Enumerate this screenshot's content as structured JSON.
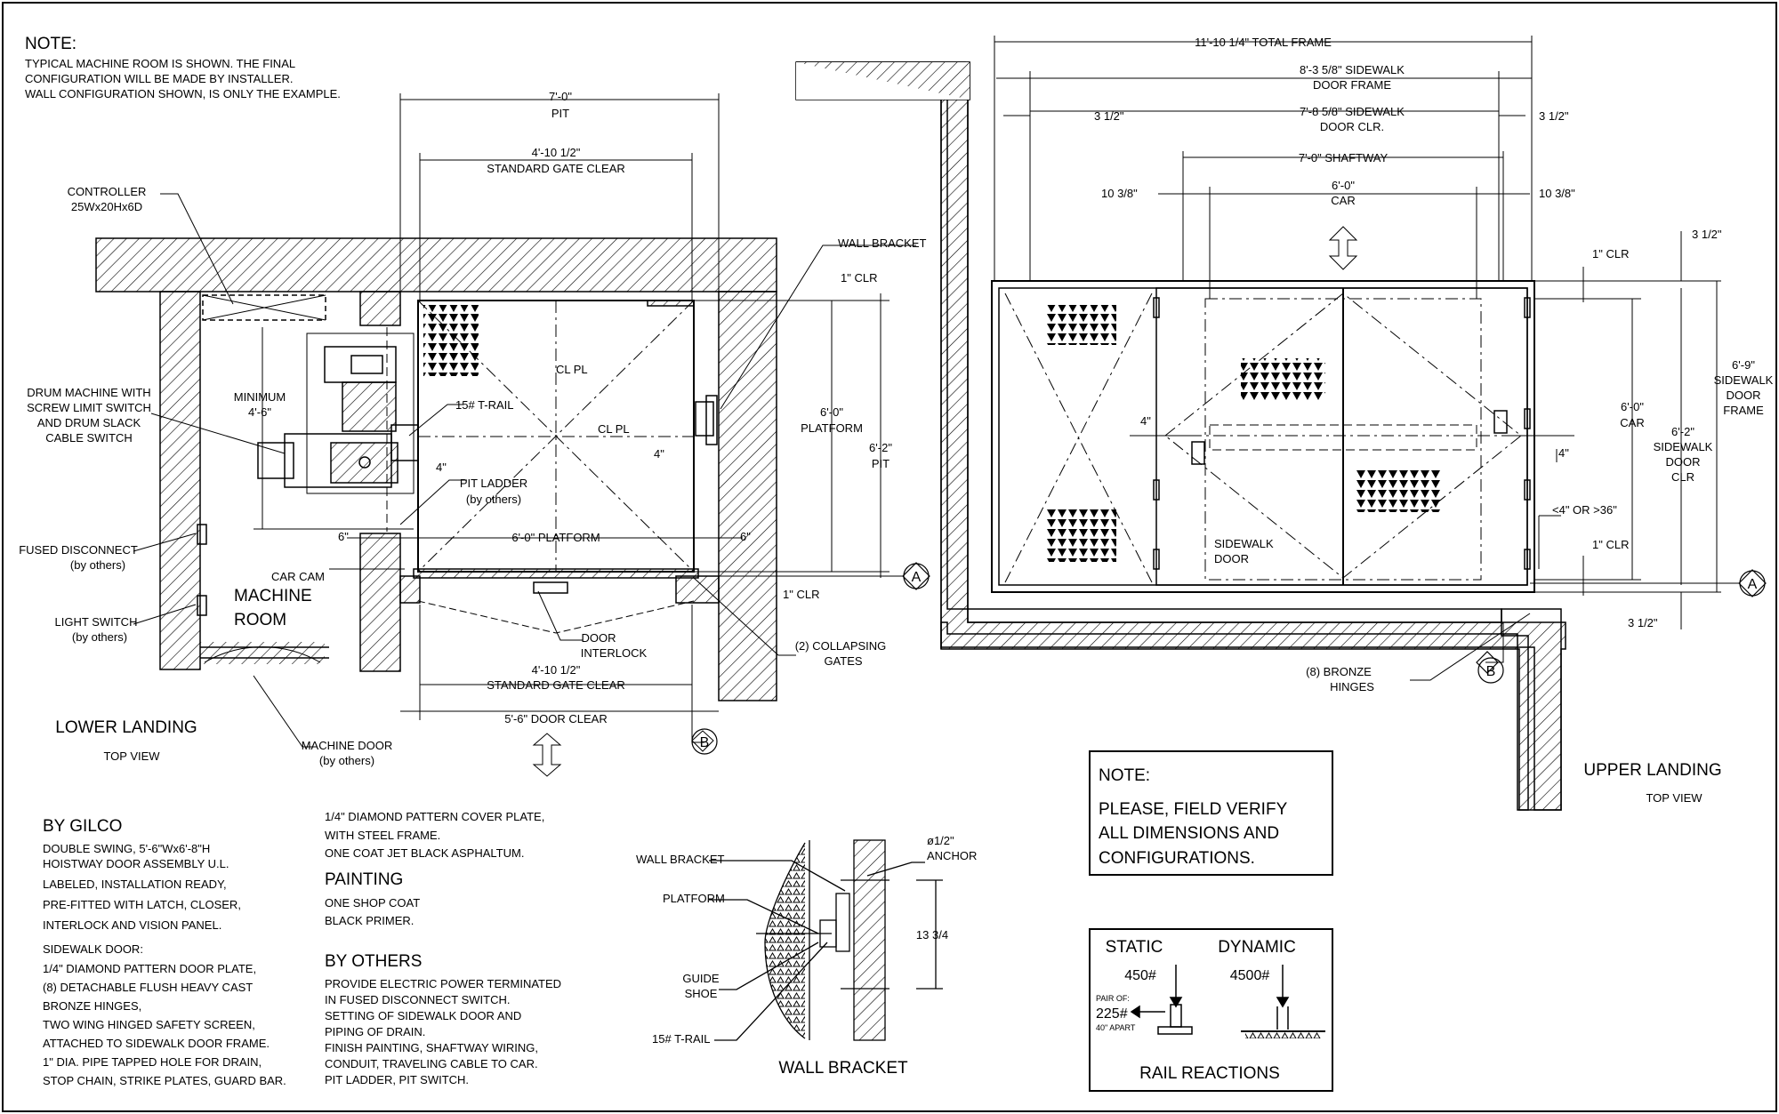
{
  "note_top": {
    "title": "NOTE:",
    "lines": [
      "TYPICAL MACHINE ROOM IS SHOWN. THE FINAL",
      "CONFIGURATION WILL BE MADE BY INSTALLER.",
      "WALL CONFIGURATION SHOWN, IS ONLY THE EXAMPLE."
    ]
  },
  "lower": {
    "dim_pit_w": "7'-0\"",
    "dim_pit_w_sub": "PIT",
    "dim_gate": "4'-10 1/2\"",
    "dim_gate_sub": "STANDARD GATE CLEAR",
    "controller": "CONTROLLER",
    "controller_size": "25Wx20Hx6D",
    "wall_bracket": "WALL BRACKET",
    "clr1": "1\" CLR",
    "minimum": "MINIMUM",
    "minimum_val": "4'-6\"",
    "drum": [
      "DRUM MACHINE WITH",
      "SCREW LIMIT SWITCH",
      "AND DRUM SLACK",
      "CABLE SWITCH"
    ],
    "rail": "15# T-RAIL",
    "cl_pl_1": "CL  PL",
    "cl_pl_2": "CL  PL",
    "four_1": "4\"",
    "four_2": "4\"",
    "platform_dim": "6'-0\"",
    "platform_sub": "PLATFORM",
    "pit_dim": "6'-2\"",
    "pit_sub": "PIT",
    "pit_ladder": "PIT LADDER",
    "by_others": "(by others)",
    "six_l": "6\"",
    "six_r": "6\"",
    "platform_horiz": "6'-0\" PLATFORM",
    "fused": "FUSED DISCONNECT",
    "fused_sub": "(by others)",
    "car_cam": "CAR CAM",
    "machine_room_1": "MACHINE",
    "machine_room_2": "ROOM",
    "clr2": "1\" CLR",
    "light": "LIGHT SWITCH",
    "light_sub": "(by others)",
    "door_interlock_1": "DOOR",
    "door_interlock_2": "INTERLOCK",
    "collapsing_1": "(2) COLLAPSING",
    "collapsing_2": "GATES",
    "gate2": "4'-10 1/2\"",
    "gate2_sub": "STANDARD GATE CLEAR",
    "door_clear": "5'-6\"  DOOR CLEAR",
    "title": "LOWER LANDING",
    "title_sub": "TOP VIEW",
    "machine_door": "MACHINE DOOR",
    "machine_door_sub": "(by others)",
    "marker_a": "A",
    "marker_b": "B"
  },
  "upper": {
    "total": "11'-10 1/4\" TOTAL FRAME",
    "sw_frame_1": "8'-3 5/8\" SIDEWALK",
    "sw_frame_2": "DOOR FRAME",
    "three_half_l": "3 1/2\"",
    "sw_clr_1": "7'-8 5/8\" SIDEWALK",
    "sw_clr_2": "DOOR CLR.",
    "three_half_r": "3 1/2\"",
    "shaftway": "7'-0\" SHAFTWAY",
    "ten_l": "10 3/8\"",
    "car_dim": "6'-0\"",
    "car_sub": "CAR",
    "ten_r": "10 3/8\"",
    "three_half_tr": "3 1/2\"",
    "clr_top": "1\" CLR",
    "frame_h_1": "6'-9\"",
    "frame_h_2": "SIDEWALK",
    "frame_h_3": "DOOR",
    "frame_h_4": "FRAME",
    "four_l": "4\"",
    "car_v": "6'-0\"",
    "car_v_sub": "CAR",
    "door_clr_1": "6'-2\"",
    "door_clr_2": "SIDEWALK",
    "door_clr_3": "DOOR",
    "door_clr_4": "CLR",
    "four_r": "4\"",
    "gap": "<4\" OR >36\"",
    "clr_bot": "1\" CLR",
    "sidewalk_door_1": "SIDEWALK",
    "sidewalk_door_2": "DOOR",
    "three_half_br": "3 1/2\"",
    "hinges_1": "(8) BRONZE",
    "hinges_2": "HINGES",
    "marker_a": "A",
    "marker_b": "B",
    "title": "UPPER LANDING",
    "title_sub": "TOP VIEW"
  },
  "note_box": {
    "title": "NOTE:",
    "lines": [
      "PLEASE, FIELD VERIFY",
      "ALL DIMENSIONS AND",
      "CONFIGURATIONS."
    ]
  },
  "by_gilco": {
    "title": "BY GILCO",
    "lines": [
      "DOUBLE SWING, 5'-6\"Wx6'-8\"H",
      "HOISTWAY DOOR ASSEMBLY U.L.",
      "LABELED, INSTALLATION READY,",
      "PRE-FITTED WITH LATCH, CLOSER,",
      "INTERLOCK AND VISION PANEL."
    ],
    "sidewalk_title": "SIDEWALK DOOR:",
    "sidewalk_lines": [
      "1/4\" DIAMOND PATTERN DOOR PLATE,",
      "(8) DETACHABLE FLUSH HEAVY CAST",
      "BRONZE HINGES,",
      "TWO WING HINGED SAFETY SCREEN,",
      "ATTACHED TO SIDEWALK DOOR FRAME.",
      "1\" DIA. PIPE TAPPED HOLE FOR DRAIN,",
      "STOP CHAIN, STRIKE PLATES, GUARD BAR."
    ]
  },
  "cover": {
    "lines": [
      "1/4\" DIAMOND PATTERN COVER PLATE,",
      "WITH STEEL FRAME.",
      "ONE COAT JET BLACK ASPHALTUM."
    ],
    "painting_title": "PAINTING",
    "painting_lines": [
      "ONE SHOP COAT",
      "BLACK PRIMER."
    ],
    "others_title": "BY OTHERS",
    "others_lines": [
      "PROVIDE ELECTRIC POWER TERMINATED",
      "IN FUSED DISCONNECT SWITCH.",
      "SETTING OF SIDEWALK DOOR AND",
      "PIPING OF DRAIN.",
      "FINISH PAINTING, SHAFTWAY WIRING,",
      "CONDUIT, TRAVELING CABLE TO CAR.",
      "PIT LADDER, PIT SWITCH."
    ]
  },
  "bracket": {
    "wall_bracket": "WALL BRACKET",
    "anchor_1": "ø1/2\"",
    "anchor_2": "ANCHOR",
    "platform": "PLATFORM",
    "dim": "13 3/4",
    "guide_1": "GUIDE",
    "guide_2": "SHOE",
    "rail": "15# T-RAIL",
    "title": "WALL BRACKET"
  },
  "reactions": {
    "static": "STATIC",
    "dynamic": "DYNAMIC",
    "static_val": "450#",
    "dynamic_val": "4500#",
    "pair": "PAIR OF:",
    "pair_val": "225#",
    "apart": "40\" APART",
    "title": "RAIL REACTIONS"
  }
}
